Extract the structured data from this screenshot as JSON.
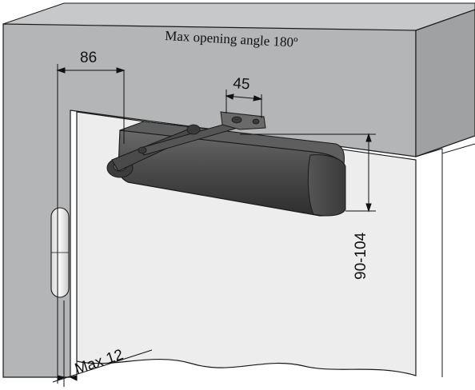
{
  "title": "Max opening angle 180º",
  "dimensions": {
    "hinge_to_arm": "86",
    "bracket_width": "45",
    "height_range": "90-104",
    "max_offset": "Max 12"
  },
  "colors": {
    "wall": "#b4b6b8",
    "wall_top": "#c9cbcd",
    "wall_side": "#a3a5a7",
    "door": "#ececec",
    "door_edge": "#d9d9d9",
    "closer_body": "#4c4c4c",
    "closer_dark": "#2f2f2f",
    "line": "#1a1a1a"
  }
}
